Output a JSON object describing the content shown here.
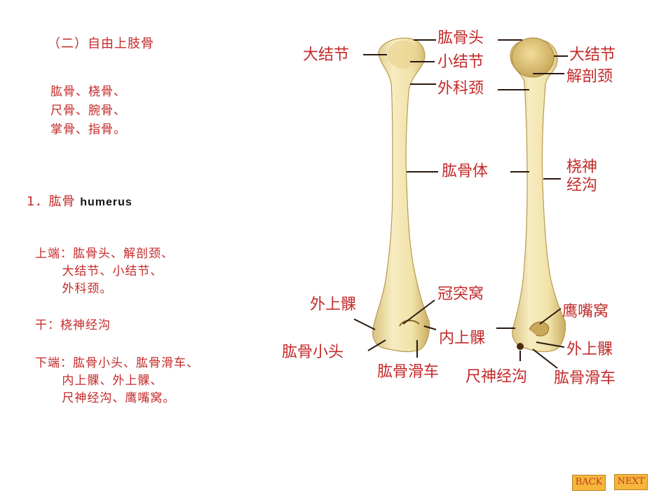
{
  "left_text": {
    "heading": "（二）自由上肢骨",
    "bones_list": "肱骨、桡骨、\n尺骨、腕骨、\n掌骨、指骨。",
    "section_cn": "1．肱骨 ",
    "section_en": "humerus",
    "upper_end": "上端：肱骨头、解剖颈、\n      大结节、小结节、\n      外科颈。",
    "shaft": "干：桡神经沟",
    "lower_end": "下端：肱骨小头、肱骨滑车、\n      内上髁、外上髁、\n      尺神经沟、鹰嘴窝。"
  },
  "labels": {
    "head": "肱骨头",
    "greater_tubercle_left": "大结节",
    "lesser_tubercle": "小结节",
    "surgical_neck": "外科颈",
    "greater_tubercle_right": "大结节",
    "anatomical_neck": "解剖颈",
    "body": "肱骨体",
    "radial_groove": "桡神\n经沟",
    "coronoid_fossa": "冠突窝",
    "lateral_epicondyle_left": "外上髁",
    "olecranon_fossa": "鹰嘴窝",
    "medial_epicondyle": "内上髁",
    "capitulum": "肱骨小头",
    "lateral_epicondyle_right": "外上髁",
    "trochlea_left": "肱骨滑车",
    "ulnar_groove": "尺神经沟",
    "trochlea_right": "肱骨滑车"
  },
  "nav": {
    "back": "BACK",
    "next": "NEXT"
  },
  "colors": {
    "text": "#c42a2a",
    "bone": "#f3e7b4",
    "button": "#f5b63a"
  }
}
